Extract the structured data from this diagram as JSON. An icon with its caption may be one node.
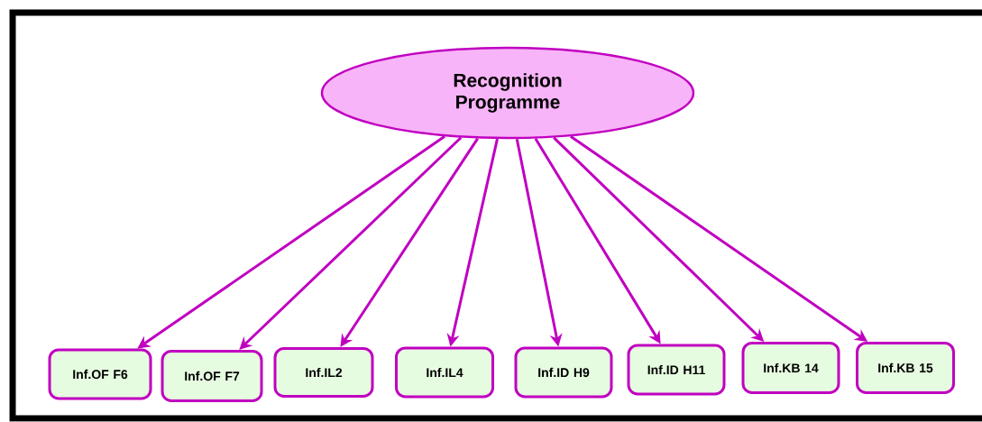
{
  "diagram": {
    "nodes": [
      {
        "text": [
          "Recognition Programme"
        ]
      },
      {
        "text": [
          "Inf.OF F6"
        ]
      },
      {
        "text": [
          "Inf.OF F7"
        ]
      },
      {
        "text": [
          "Inf.IL2"
        ]
      },
      {
        "text": [
          "Inf.IL4"
        ]
      },
      {
        "text": [
          "Inf.ID H9"
        ]
      },
      {
        "text": [
          "Inf.ID H11"
        ]
      },
      {
        "text": [
          "Inf.KB 14"
        ]
      },
      {
        "text": [
          "Inf.KB 15"
        ]
      }
    ],
    "edges": [
      {
        "from": 0,
        "to": 1,
        "arrow": "to"
      },
      {
        "from": 0,
        "to": 2,
        "arrow": "to"
      },
      {
        "from": 0,
        "to": 3,
        "arrow": "to"
      },
      {
        "from": 0,
        "to": 4,
        "arrow": "to"
      },
      {
        "from": 0,
        "to": 5,
        "arrow": "to"
      },
      {
        "from": 0,
        "to": 6,
        "arrow": "to"
      },
      {
        "from": 0,
        "to": 7,
        "arrow": "to"
      },
      {
        "from": 0,
        "to": 8,
        "arrow": "to"
      }
    ]
  }
}
